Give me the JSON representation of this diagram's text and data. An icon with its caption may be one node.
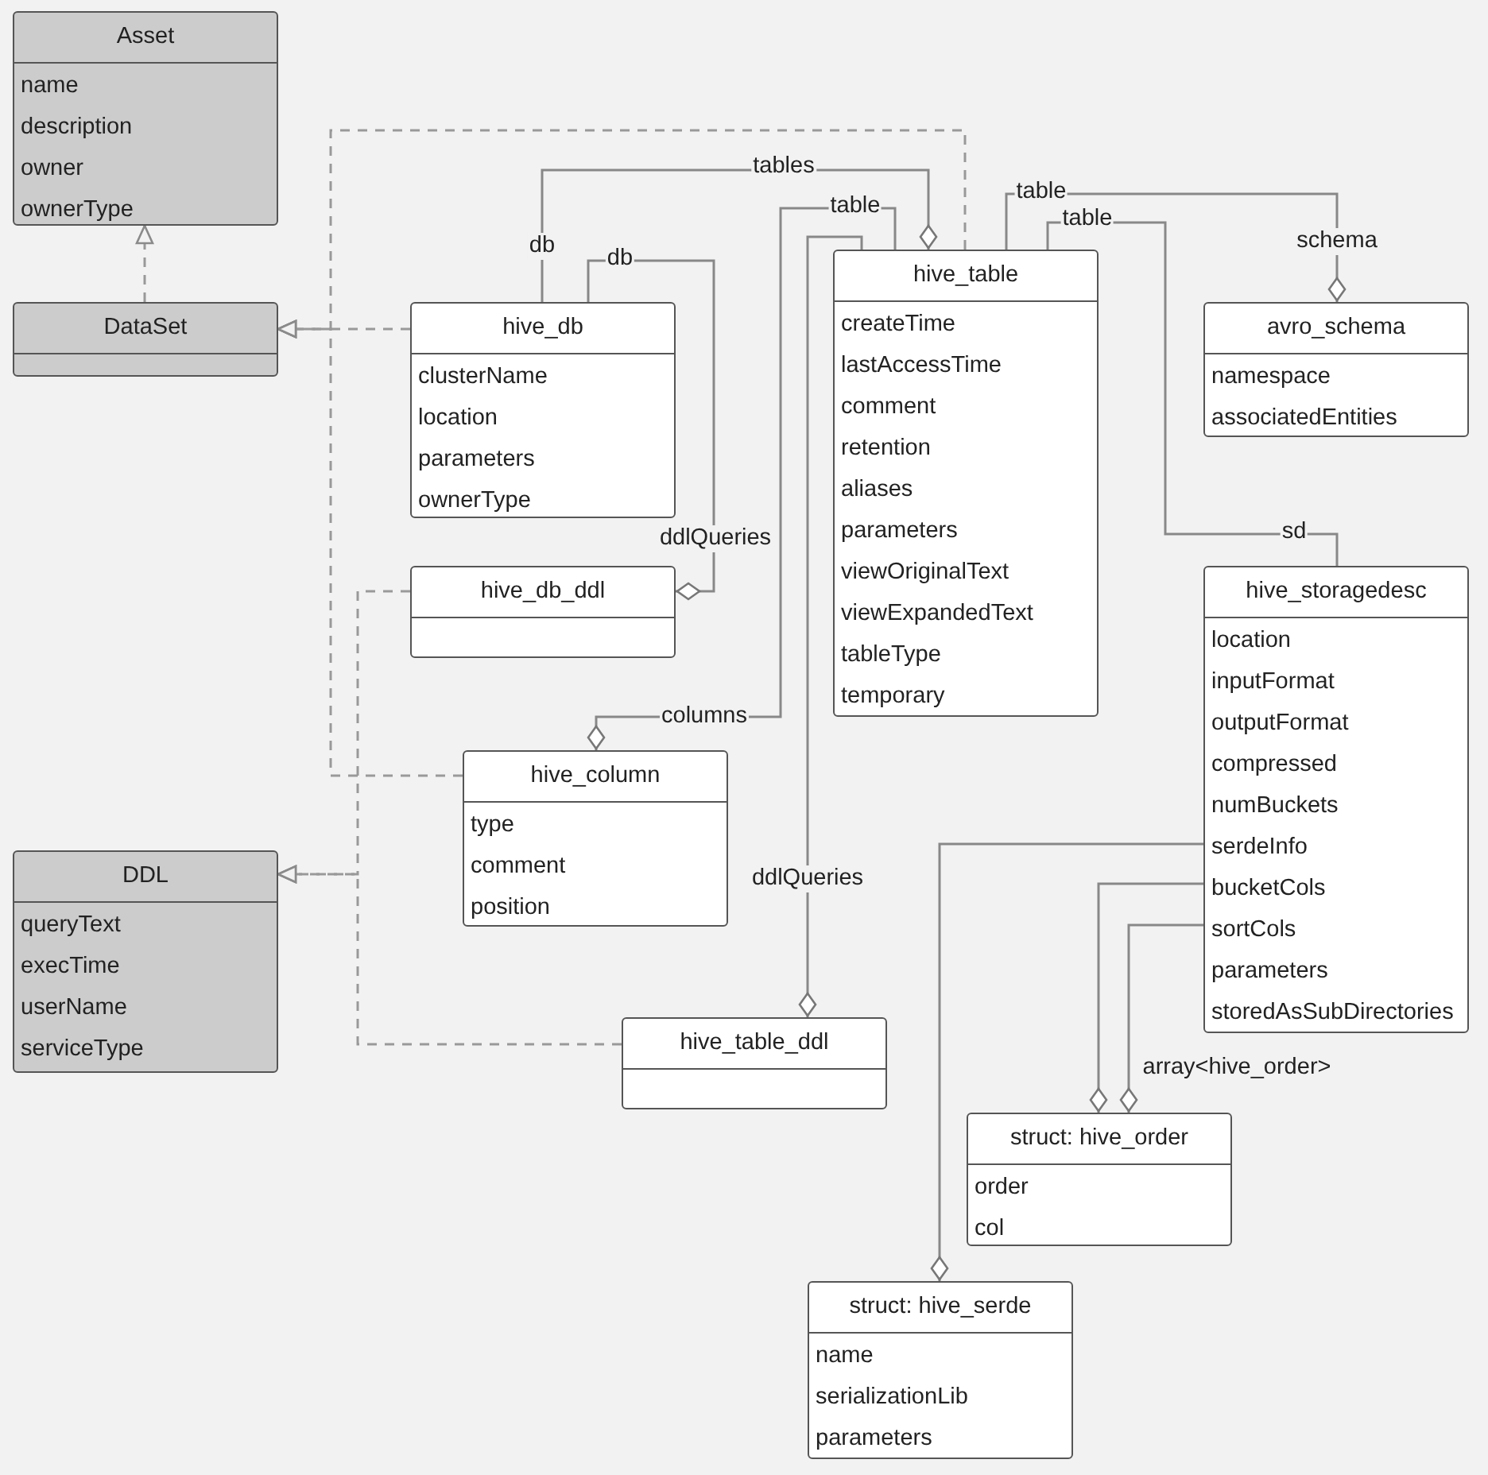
{
  "diagram": {
    "nodes": [
      {
        "text": [
          "Asset",
          "name",
          "description",
          "owner",
          "ownerType"
        ]
      },
      {
        "text": [
          "DataSet"
        ]
      },
      {
        "text": [
          "hive_db",
          "clusterName",
          "location",
          "parameters",
          "ownerType"
        ]
      },
      {
        "text": [
          "hive_table",
          "createTime",
          "lastAccessTime",
          "comment",
          "retention",
          "aliases",
          "parameters",
          "viewOriginalText",
          "viewExpandedText",
          "tableType",
          "temporary"
        ]
      },
      {
        "text": [
          "avro_schema",
          "namespace",
          "associatedEntities"
        ]
      },
      {
        "text": [
          "hive_db_ddl"
        ]
      },
      {
        "text": [
          "hive_storagedesc",
          "location",
          "inputFormat",
          "outputFormat",
          "compressed",
          "numBuckets",
          "serdeInfo",
          "bucketCols",
          "sortCols",
          "parameters",
          "storedAsSubDirectories"
        ]
      },
      {
        "text": [
          "hive_column",
          "type",
          "comment",
          "position"
        ]
      },
      {
        "text": [
          "DDL",
          "queryText",
          "execTime",
          "userName",
          "serviceType"
        ]
      },
      {
        "text": [
          "hive_table_ddl"
        ]
      },
      {
        "text": [
          "struct: hive_order",
          "order",
          "col"
        ]
      },
      {
        "text": [
          "struct: hive_serde",
          "name",
          "serializationLib",
          "parameters"
        ]
      }
    ],
    "edges": [
      {
        "from": 1,
        "to": 0,
        "arrow": "to",
        "style": "dashed"
      },
      {
        "from": 2,
        "to": 1,
        "arrow": "to",
        "style": "dashed"
      },
      {
        "from": 3,
        "to": 1,
        "arrow": "to",
        "style": "dashed"
      },
      {
        "from": 7,
        "to": 1,
        "arrow": "to",
        "style": "dashed"
      },
      {
        "from": 5,
        "to": 8,
        "arrow": "to",
        "style": "dashed"
      },
      {
        "from": 9,
        "to": 8,
        "arrow": "to",
        "style": "dashed"
      },
      {
        "from": 2,
        "to": 3,
        "arrow": "other",
        "label": "tables"
      },
      {
        "from": 2,
        "to": 5,
        "arrow": "other",
        "label": "ddlQueries"
      },
      {
        "from": 3,
        "to": 7,
        "arrow": "other",
        "label": "columns"
      },
      {
        "from": 3,
        "to": 9,
        "arrow": "other",
        "label": "ddlQueries"
      },
      {
        "from": 3,
        "to": 4,
        "arrow": "other",
        "label": "schema"
      },
      {
        "from": 3,
        "to": 6,
        "arrow": "none",
        "label": "sd"
      },
      {
        "from": 6,
        "to": 11,
        "arrow": "other"
      },
      {
        "from": 6,
        "to": 10,
        "arrow": "other"
      },
      {
        "from": 6,
        "to": 10,
        "arrow": "other",
        "label": "array<hive_order>"
      }
    ],
    "labels": [
      "db",
      "db",
      "table",
      "table",
      "table"
    ]
  }
}
